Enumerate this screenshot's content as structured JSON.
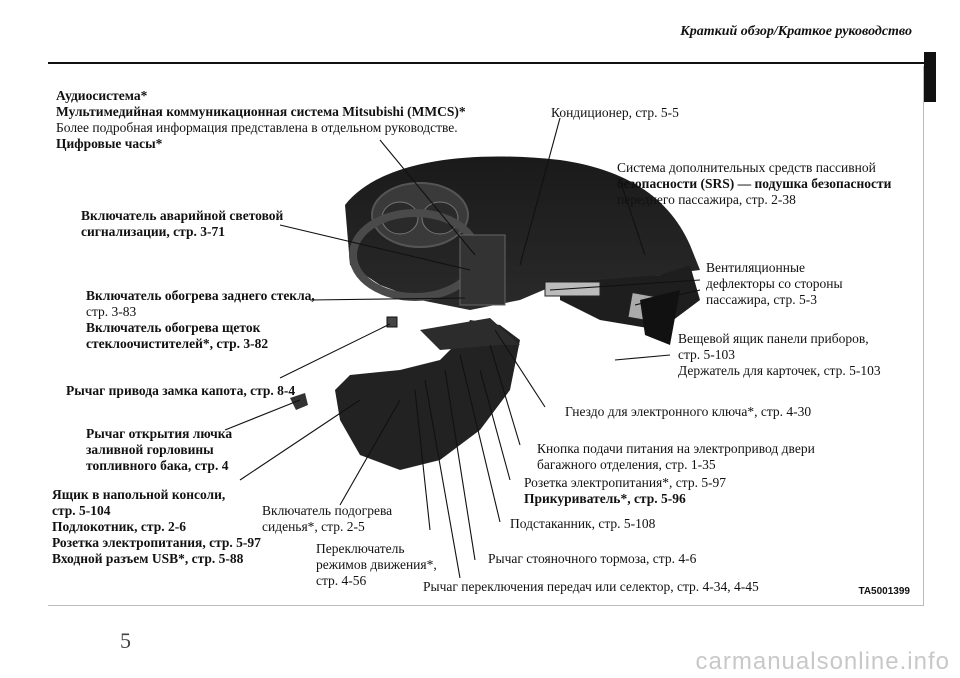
{
  "header": {
    "title": "Краткий обзор/Краткое руководство"
  },
  "labels": {
    "audio": [
      "Аудиосистема*",
      "Мультимедийная коммуникационная система Mitsubishi (MMCS)*",
      "Более подробная информация представлена в отдельном руководстве.",
      "Цифровые часы*"
    ],
    "conditioner": "Кондиционер, стр. 5-5",
    "srs": [
      "Система дополнительных средств пассивной",
      "безопасности (SRS) — подушка безопасности",
      "переднего пассажира, стр. 2-38"
    ],
    "hazard": [
      "Включатель аварийной световой",
      "сигнализации, стр. 3-71"
    ],
    "vents": [
      "Вентиляционные",
      "дефлекторы со стороны",
      "пассажира, стр. 5-3"
    ],
    "rear_defog": [
      "Включатель обогрева заднего стекла,",
      "стр. 3-83",
      "Включатель обогрева щеток",
      "стеклоочистителей*, стр. 3-82"
    ],
    "glovebox": [
      "Вещевой ящик панели приборов,",
      "стр. 5-103",
      "Держатель для карточек, стр. 5-103"
    ],
    "hood": "Рычаг привода замка капота, стр. 8-4",
    "key_slot": "Гнездо для электронного ключа*, стр. 4-30",
    "fuel": [
      "Рычаг открытия лючка",
      "заливной горловины",
      "топливного бака, стр. 4"
    ],
    "tailgate": [
      "Кнопка подачи питания на электропривод двери",
      "багажного отделения, стр. 1-35"
    ],
    "socket_lighter": [
      "Розетка электропитания*, стр. 5-97",
      "Прикуриватель*, стр. 5-96"
    ],
    "console": [
      "Ящик в напольной консоли,",
      "стр. 5-104",
      "Подлокотник, стр. 2-6",
      "Розетка электропитания, стр. 5-97",
      "Входной разъем USB*, стр. 5-88"
    ],
    "seat_heater": [
      "Включатель подогрева",
      "сиденья*, стр. 2-5"
    ],
    "cupholder": "Подстаканник, стр. 5-108",
    "drive_mode": [
      "Переключатель",
      "режимов движения*,",
      "стр. 4-56"
    ],
    "parking_brake": "Рычаг стояночного тормоза, стр. 4-6",
    "gear_lever": "Рычаг переключения передач или селектор, стр. 4-34, 4-45"
  },
  "figure_code": "TA5001399",
  "page_mark": "5",
  "watermark": "carmanualsonline.info"
}
